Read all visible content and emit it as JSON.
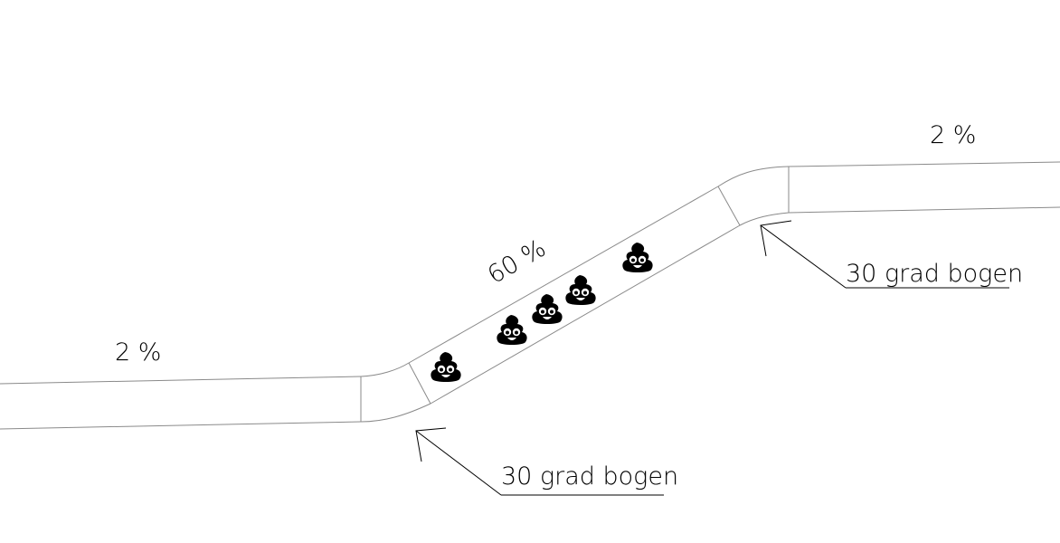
{
  "labels": {
    "slope_left": "2 %",
    "slope_right": "2 %",
    "slope_middle": "60 %",
    "bend_lower": "30 grad bogen",
    "bend_upper": "30 grad bogen"
  },
  "icons": {
    "waste": "poop-emoji-icon",
    "count": 5
  },
  "colors": {
    "pipe_stroke": "#8a8a8a",
    "leader_stroke": "#000000",
    "text": "#000000",
    "background": "#ffffff"
  }
}
